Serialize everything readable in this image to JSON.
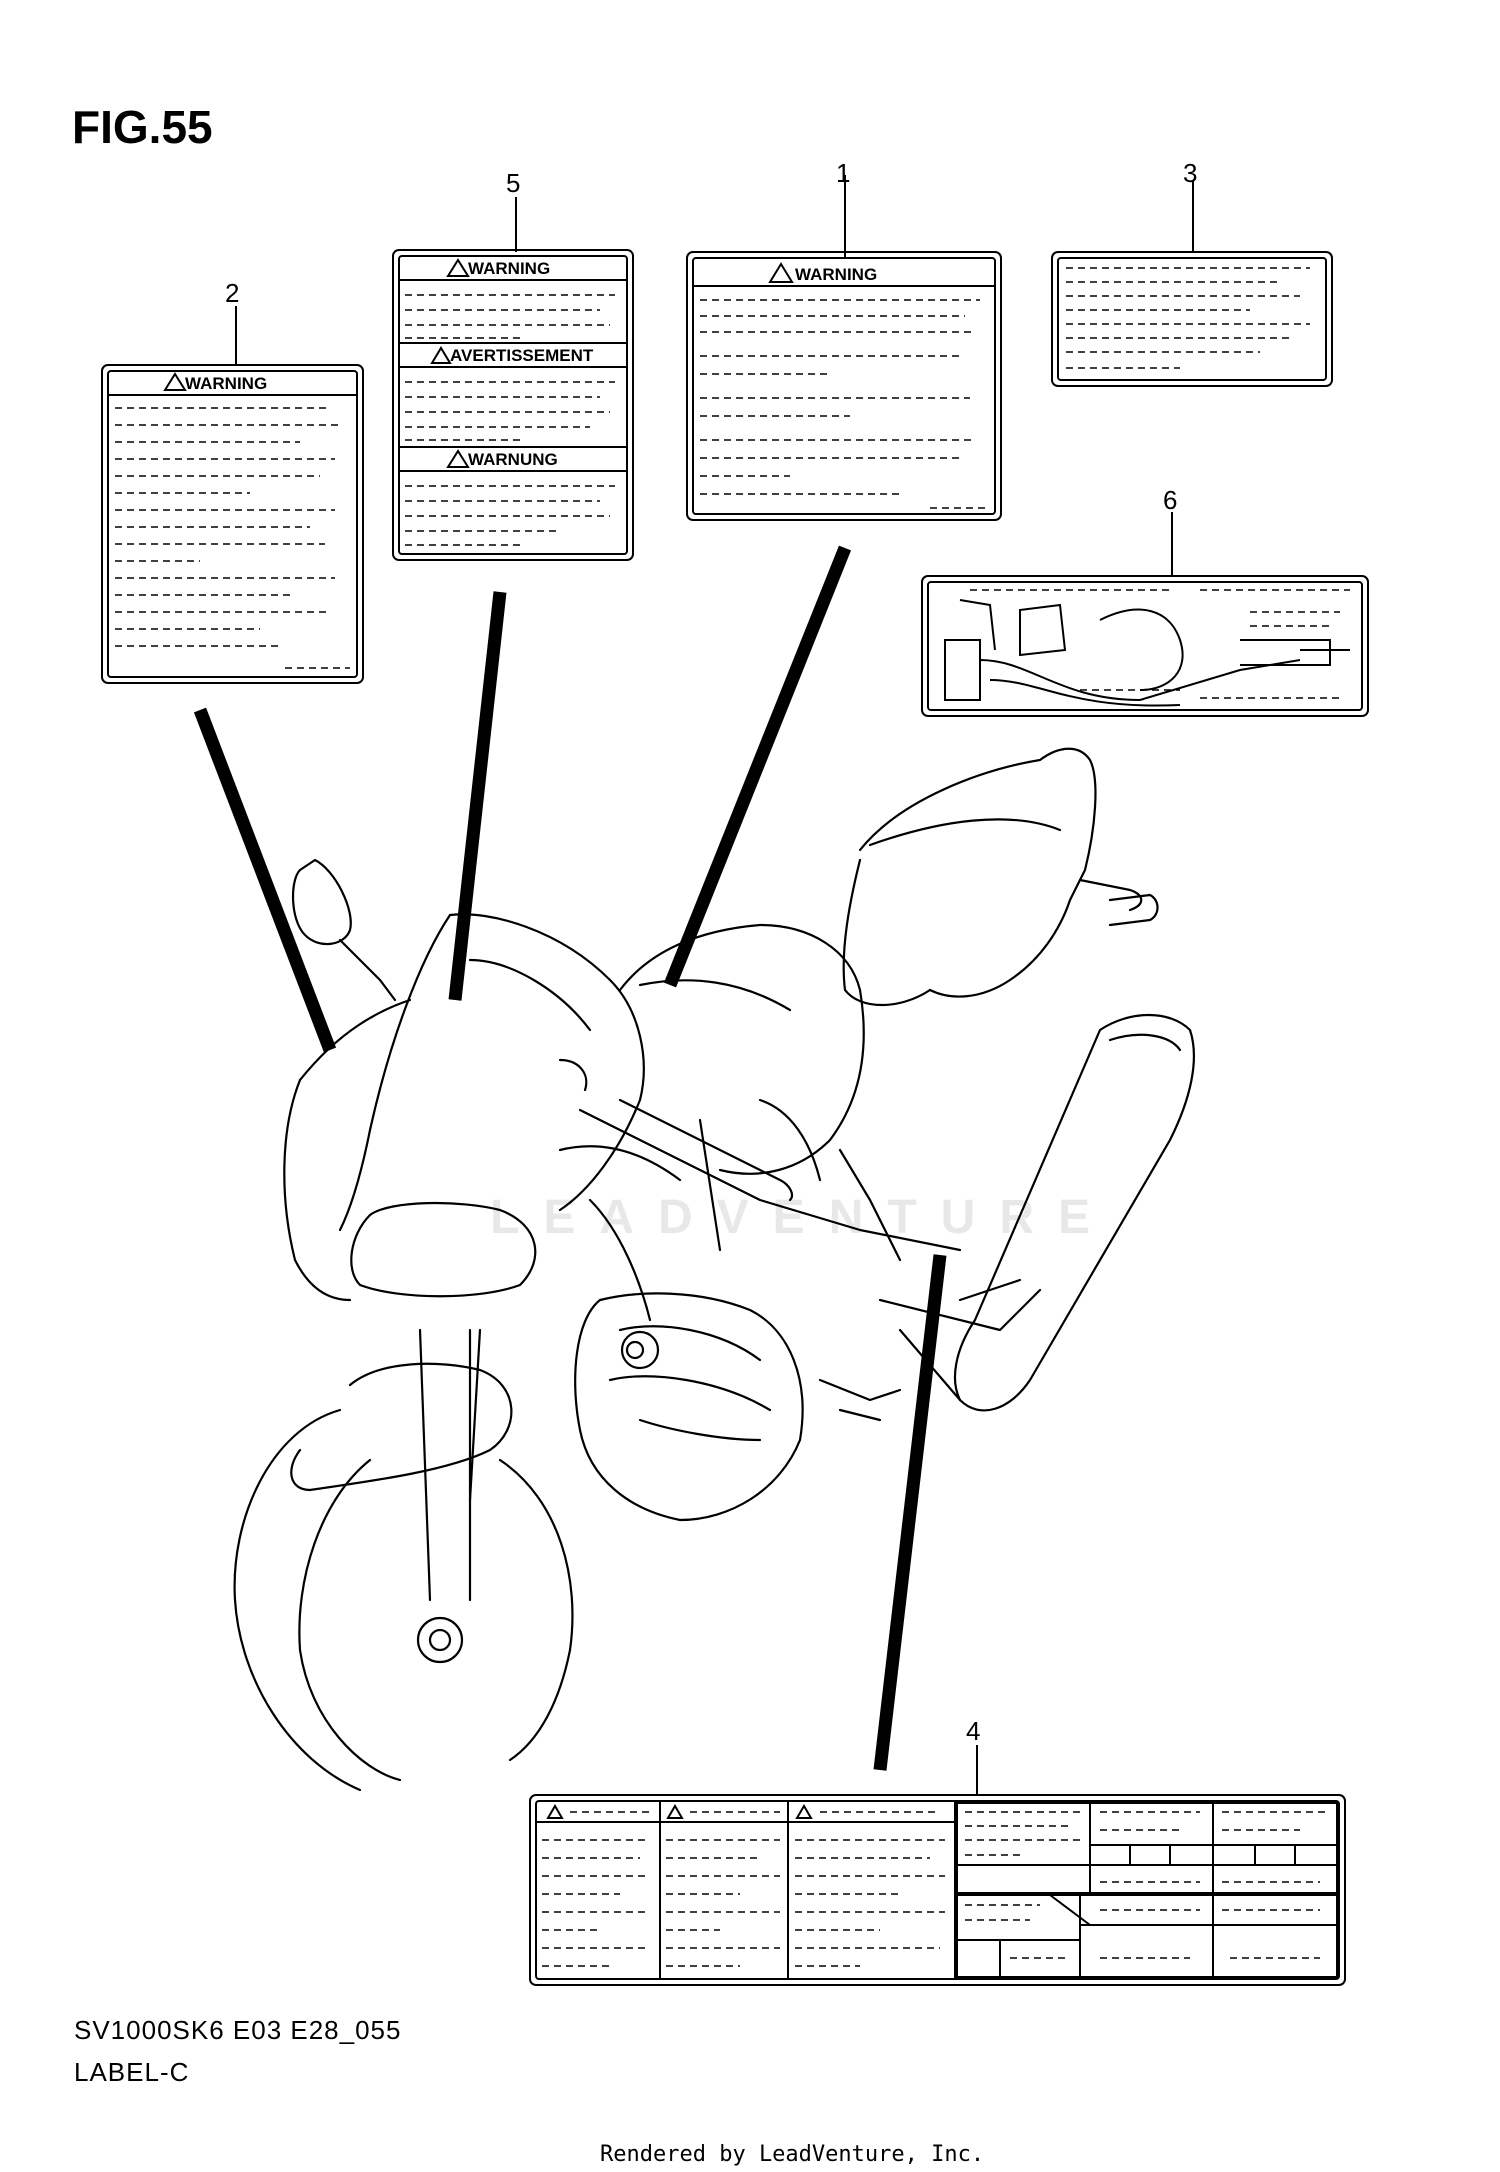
{
  "figure": {
    "title": "FIG.55",
    "model_code": "SV1000SK6 E03 E28_055",
    "group_name": "LABEL-C",
    "credit": "Rendered by LeadVenture, Inc.",
    "watermark": "LEADVENTURE"
  },
  "callouts": [
    {
      "id": "1",
      "label": "1"
    },
    {
      "id": "2",
      "label": "2"
    },
    {
      "id": "3",
      "label": "3"
    },
    {
      "id": "4",
      "label": "4"
    },
    {
      "id": "5",
      "label": "5"
    },
    {
      "id": "6",
      "label": "6"
    }
  ],
  "label_headers": {
    "label1": "WARNING",
    "label2": "WARNING",
    "label5_a": "WARNING",
    "label5_b": "AVERTISSEMENT",
    "label5_c": "WARNUNG"
  }
}
